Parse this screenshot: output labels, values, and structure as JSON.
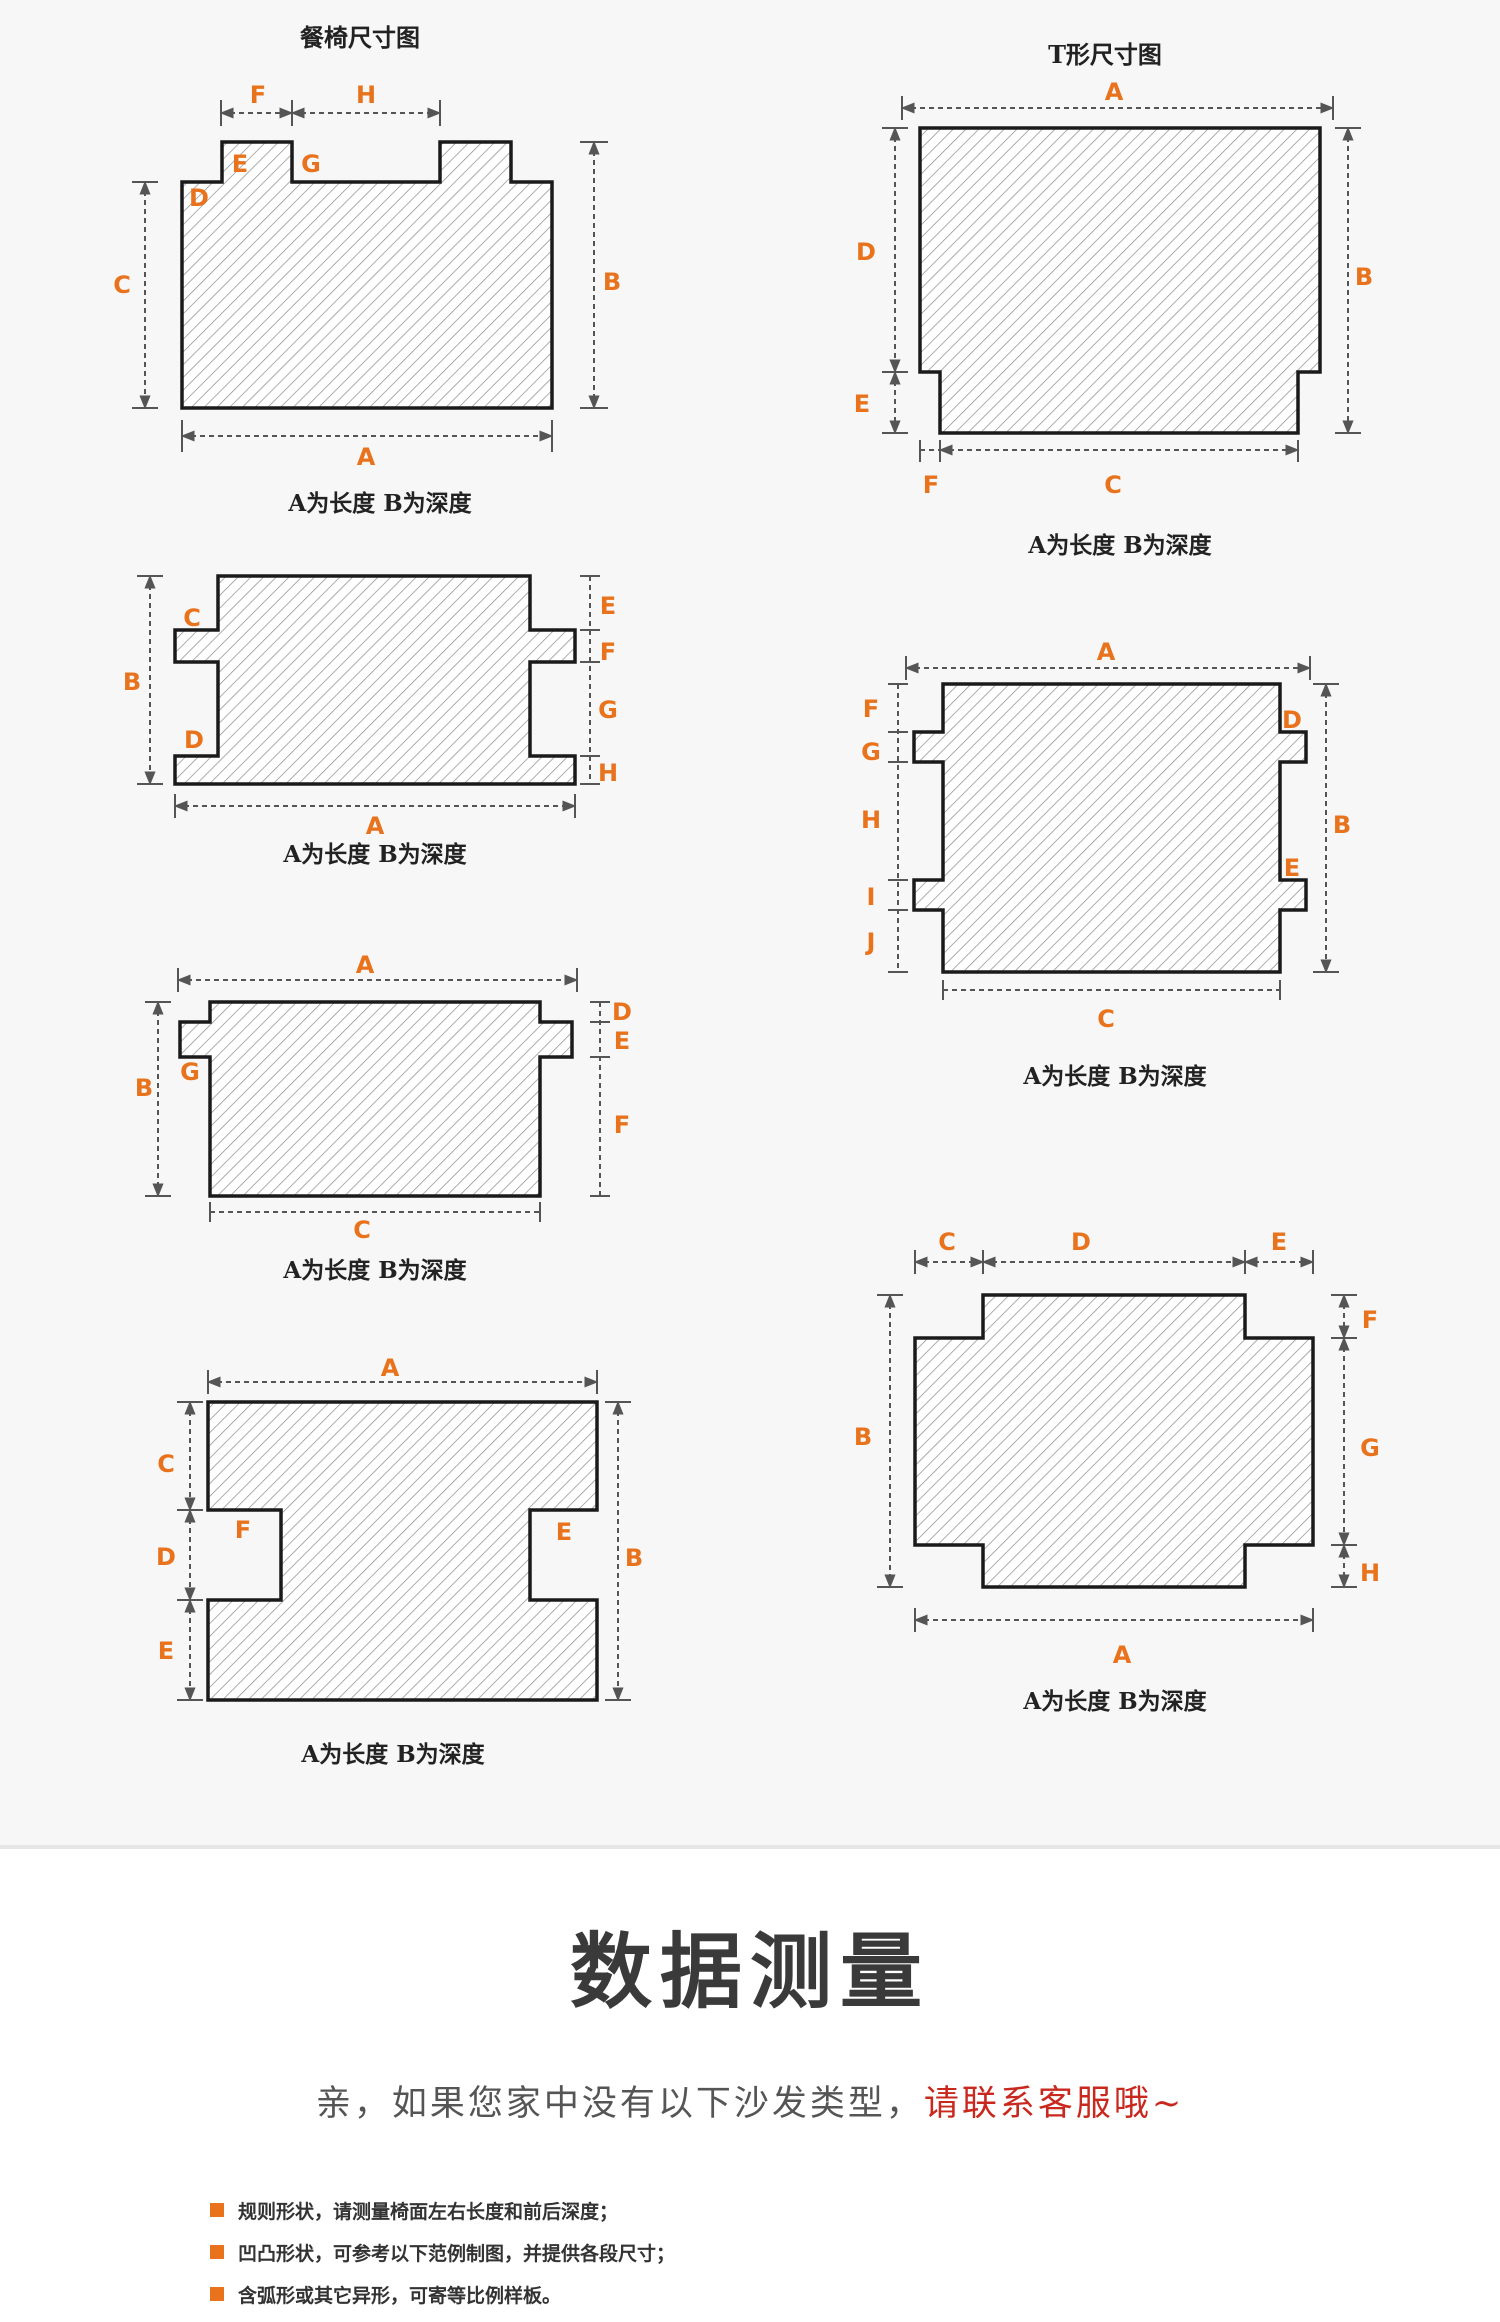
{
  "diagrams": {
    "dining_chair": {
      "title": "餐椅尺寸图",
      "caption": "A为长度 B为深度",
      "labels": {
        "A": "A",
        "B": "B",
        "C": "C",
        "D": "D",
        "E": "E",
        "F": "F",
        "G": "G",
        "H": "H"
      }
    },
    "t_shape": {
      "title": "T形尺寸图",
      "caption": "A为长度 B为深度",
      "labels": {
        "A": "A",
        "B": "B",
        "C": "C",
        "D": "D",
        "E": "E",
        "F": "F"
      }
    },
    "double_side_notch": {
      "caption": "A为长度 B为深度",
      "labels": {
        "A": "A",
        "B": "B",
        "C": "C",
        "D": "D",
        "E": "E",
        "F": "F",
        "G": "G",
        "H": "H"
      }
    },
    "double_ear": {
      "caption": "A为长度 B为深度",
      "labels": {
        "A": "A",
        "B": "B",
        "C": "C",
        "D": "D",
        "E": "E",
        "F": "F",
        "G": "G",
        "H": "H",
        "I": "I",
        "J": "J"
      }
    },
    "top_flange": {
      "caption": "A为长度 B为深度",
      "labels": {
        "A": "A",
        "B": "B",
        "C": "C",
        "D": "D",
        "E": "E",
        "F": "F",
        "G": "G"
      }
    },
    "cross_shape": {
      "caption": "A为长度 B为深度",
      "labels": {
        "A": "A",
        "B": "B",
        "C": "C",
        "D": "D",
        "E": "E",
        "F": "F",
        "G": "G",
        "H": "H"
      }
    },
    "side_recess": {
      "caption": "A为长度 B为深度",
      "labels": {
        "A": "A",
        "B": "B",
        "C": "C",
        "D": "D",
        "E": "E",
        "F": "F"
      }
    }
  },
  "section": {
    "heading": "数据测量",
    "subline_plain": "亲，如果您家中没有以下沙发类型，",
    "subline_highlight": "请联系客服哦~"
  },
  "notes": [
    "规则形状，请测量椅面左右长度和前后深度；",
    "凹凸形状，可参考以下范例制图，并提供各段尺寸；",
    "含弧形或其它异形，可寄等比例样板。"
  ],
  "colors": {
    "dimension_label": "#e8731c",
    "shape_outline": "#1a1a1a",
    "hatch_line": "#8a8a8a",
    "dimension_line": "#555555",
    "highlight_text": "#c8281e",
    "bullet": "#e8731c"
  }
}
